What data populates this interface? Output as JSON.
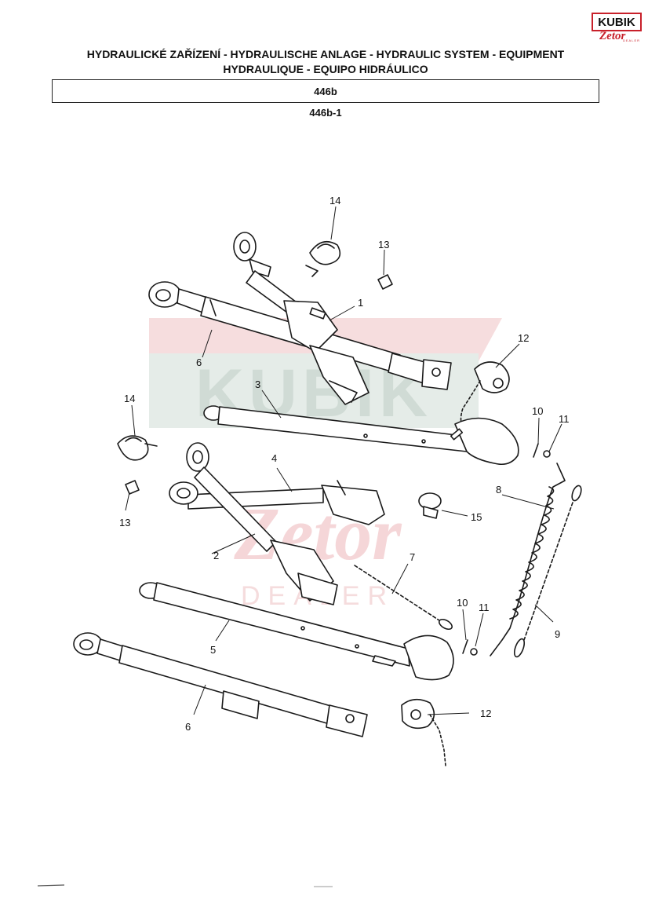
{
  "logo": {
    "brand_top": "KUBIK",
    "brand_bottom": "Zetor",
    "dealer": "DEALER",
    "colors": {
      "red": "#c8202a",
      "dark": "#111111"
    }
  },
  "header": {
    "title_line1": "HYDRAULICKÉ ZAŘÍZENÍ - HYDRAULISCHE ANLAGE - HYDRAULIC SYSTEM - EQUIPMENT",
    "title_line2": "HYDRAULIQUE - EQUIPO HIDRÁULICO",
    "group_code": "446b",
    "subgroup_code": "446b-1"
  },
  "watermark": {
    "text_top": "KUBIK",
    "text_mid": "Zetor",
    "text_bottom": "DEALER",
    "colors": {
      "red": "#f2c9cb",
      "grey": "#d6e0da"
    }
  },
  "callouts": {
    "c1": "1",
    "c2": "2",
    "c3": "3",
    "c4": "4",
    "c5": "5",
    "c6a": "6",
    "c6b": "6",
    "c7": "7",
    "c8": "8",
    "c9": "9",
    "c10a": "10",
    "c10b": "10",
    "c11a": "11",
    "c11b": "11",
    "c12a": "12",
    "c12b": "12",
    "c13a": "13",
    "c13b": "13",
    "c14a": "14",
    "c14b": "14",
    "c15": "15"
  }
}
